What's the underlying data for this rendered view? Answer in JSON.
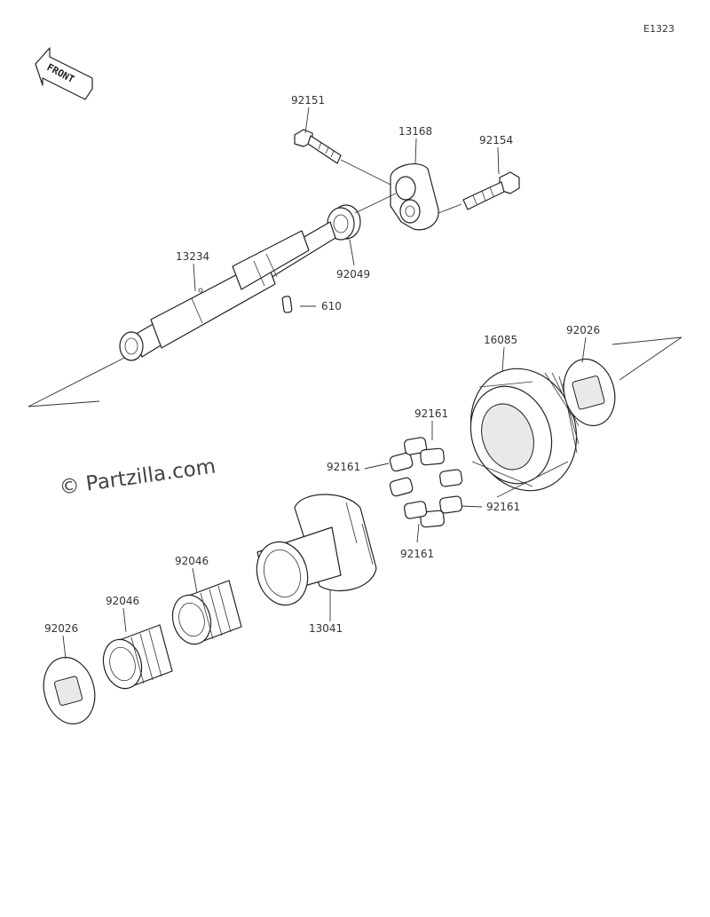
{
  "diagram_code": "E1323",
  "front_label": "FRONT",
  "watermark": "© Partzilla.com",
  "parts": [
    {
      "id": "p92151",
      "number": "92151"
    },
    {
      "id": "p13168",
      "number": "13168"
    },
    {
      "id": "p92154",
      "number": "92154"
    },
    {
      "id": "p92049",
      "number": "92049"
    },
    {
      "id": "p13234",
      "number": "13234"
    },
    {
      "id": "p610",
      "number": "610"
    },
    {
      "id": "p16085",
      "number": "16085"
    },
    {
      "id": "p92026a",
      "number": "92026"
    },
    {
      "id": "p92161a",
      "number": "92161"
    },
    {
      "id": "p92161b",
      "number": "92161"
    },
    {
      "id": "p92161c",
      "number": "92161"
    },
    {
      "id": "p92161d",
      "number": "92161"
    },
    {
      "id": "p92046a",
      "number": "92046"
    },
    {
      "id": "p92046b",
      "number": "92046"
    },
    {
      "id": "p13041",
      "number": "13041"
    },
    {
      "id": "p92026b",
      "number": "92026"
    }
  ]
}
